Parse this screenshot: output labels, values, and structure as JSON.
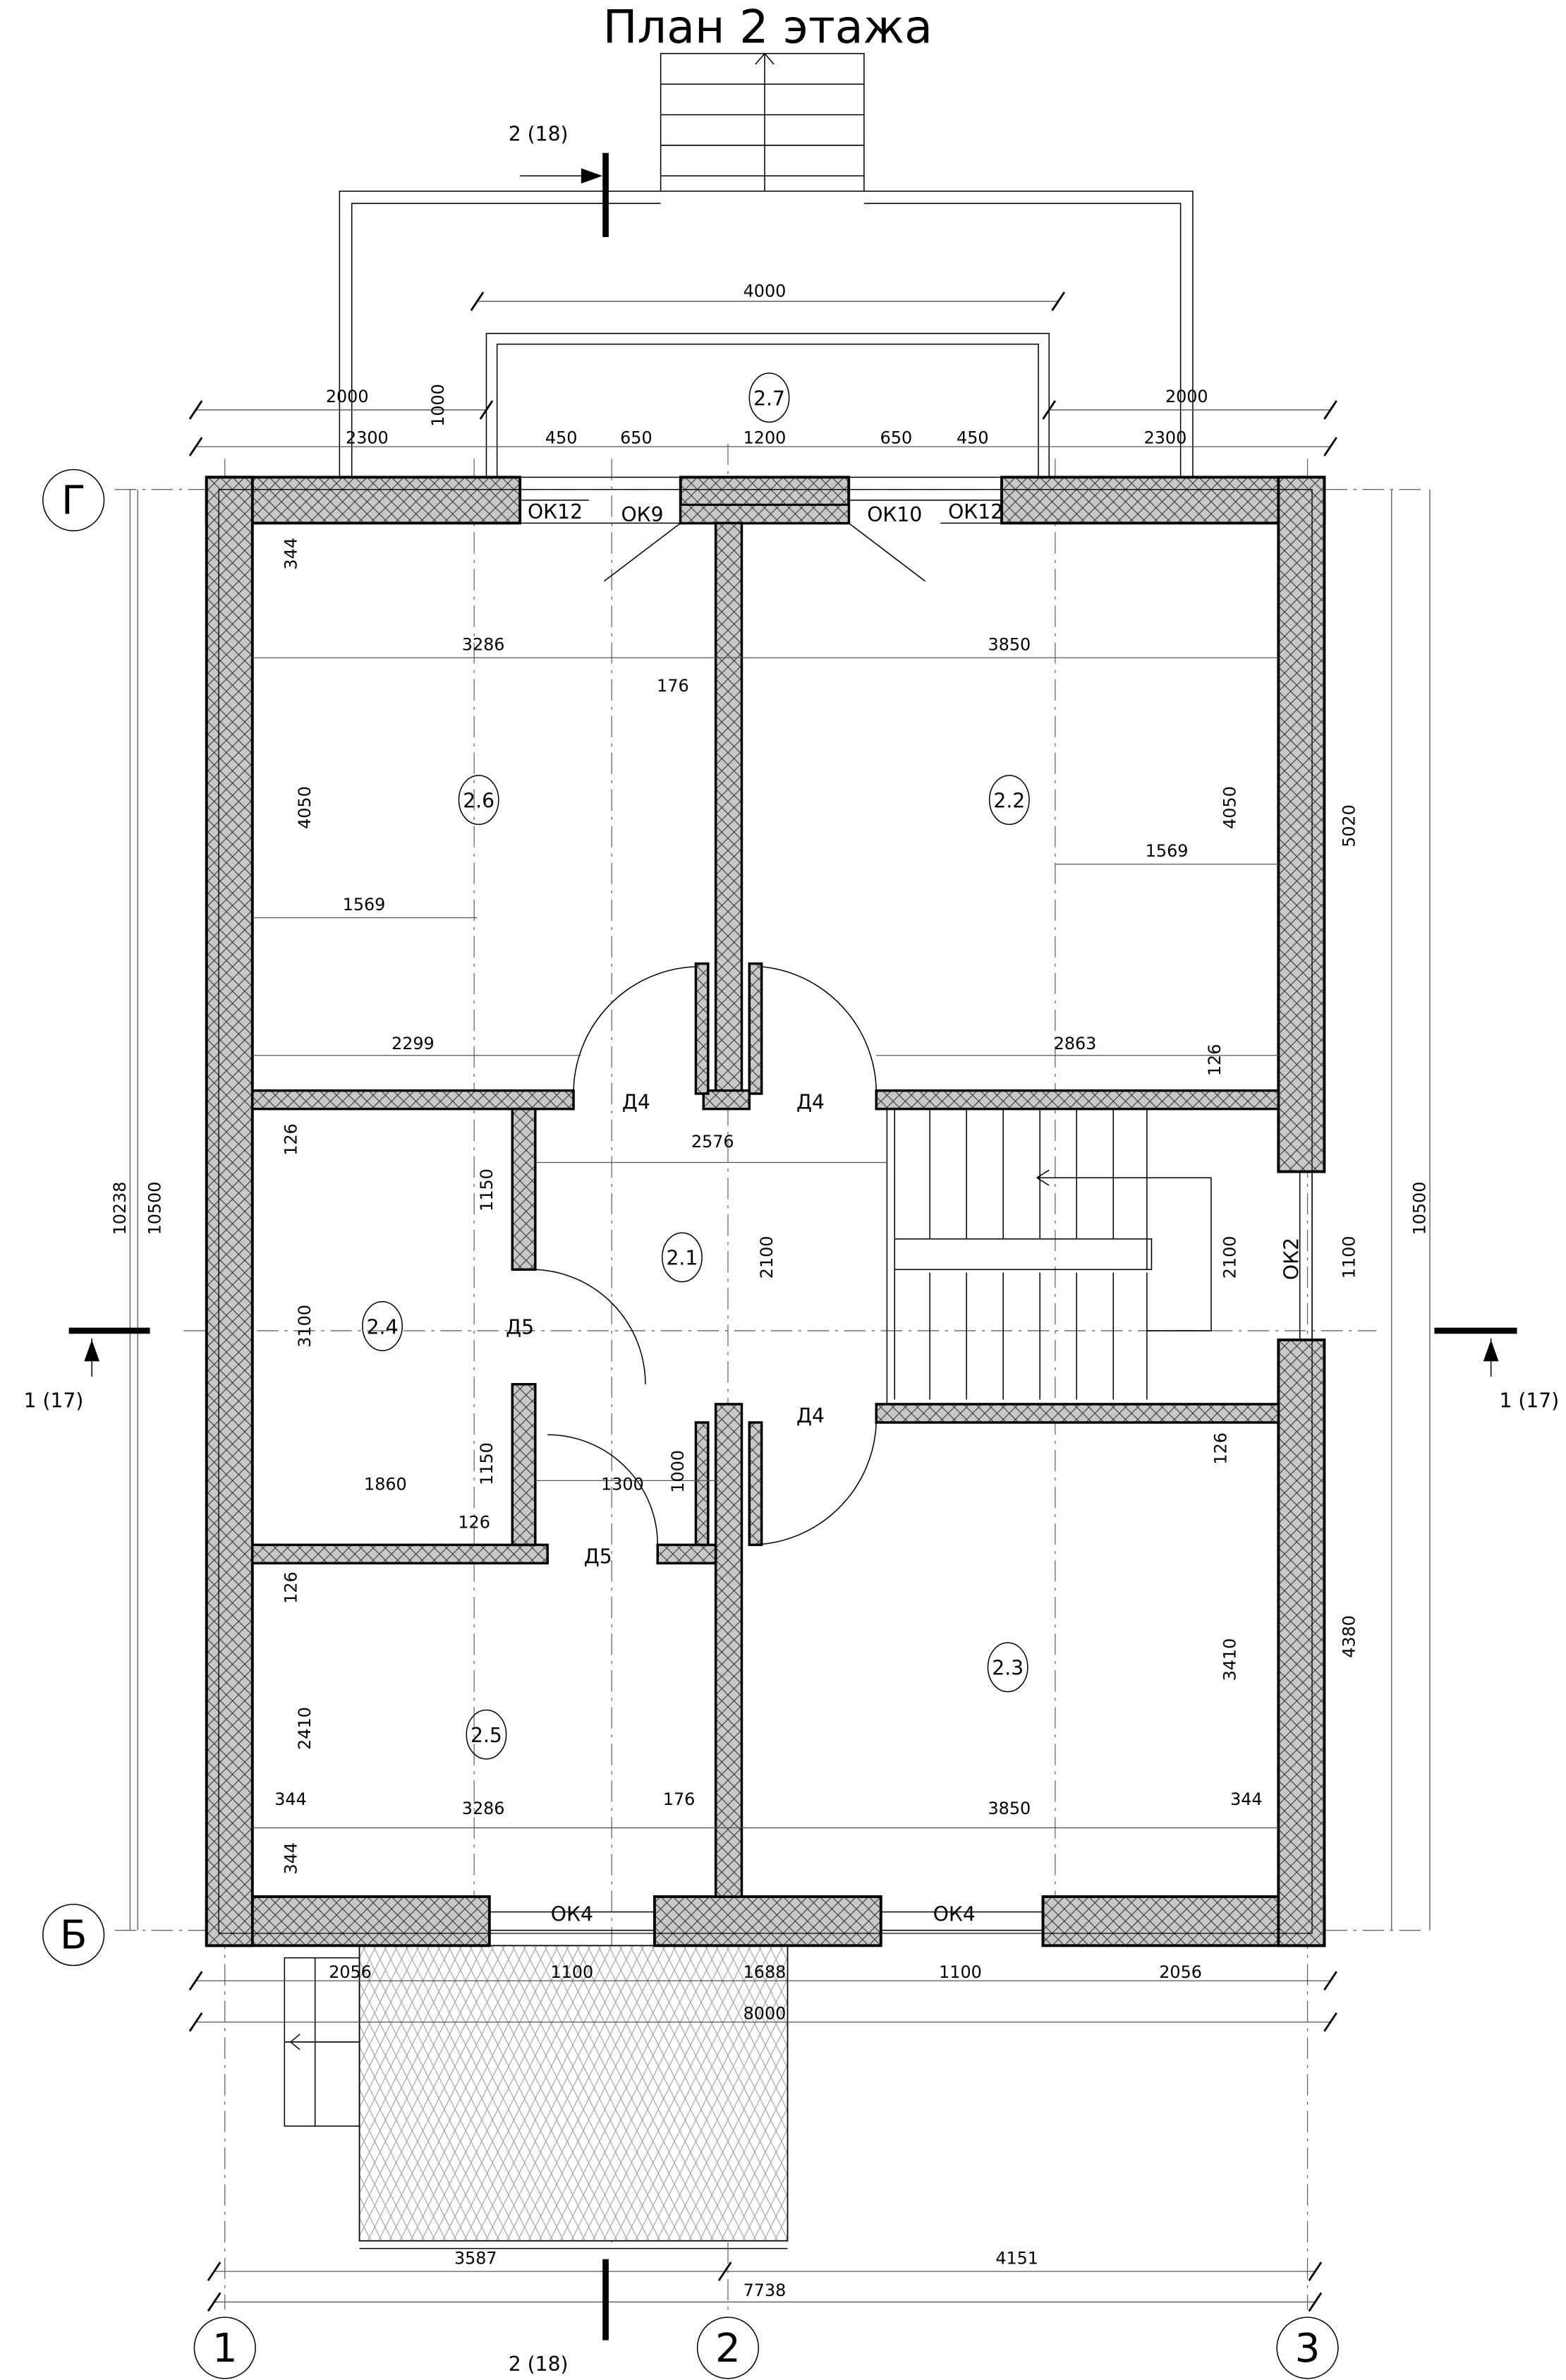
{
  "title": "План 2 этажа",
  "axes": {
    "g": "Г",
    "b": "Б",
    "a1": "1",
    "a2": "2",
    "a3": "3"
  },
  "sections": {
    "top": "2 (18)",
    "bottom": "2 (18)",
    "left": "1 (17)",
    "right": "1 (17)"
  },
  "rooms": [
    "2.7",
    "2.6",
    "2.2",
    "2.1",
    "2.4",
    "2.3",
    "2.5"
  ],
  "windows": {
    "ok12a": "ОК12",
    "ok9": "ОК9",
    "ok10": "ОК10",
    "ok12b": "ОК12",
    "ok2": "ОК2",
    "ok4a": "ОК4",
    "ok4b": "ОК4"
  },
  "doors": {
    "d4a": "Д4",
    "d4b": "Д4",
    "d4c": "Д4",
    "d5a": "Д5",
    "d5b": "Д5"
  },
  "dims_top": [
    "4000",
    "2000",
    "1000",
    "2000",
    "2300",
    "450",
    "650",
    "1200",
    "650",
    "450",
    "2300"
  ],
  "dims_inner": [
    "344",
    "3286",
    "3850",
    "176",
    "4050",
    "4050",
    "1569",
    "1569",
    "2299",
    "2863",
    "126",
    "126",
    "2576",
    "1150",
    "2100",
    "2100",
    "3100",
    "1150",
    "1860",
    "1300",
    "1000",
    "126",
    "126",
    "126",
    "3410",
    "2410",
    "344",
    "3286",
    "176",
    "3850",
    "344",
    "344"
  ],
  "dims_right": [
    "5020",
    "1100",
    "4380",
    "10500"
  ],
  "dims_left": [
    "10238",
    "10500"
  ],
  "dims_bottom": [
    "2056",
    "1100",
    "1688",
    "1100",
    "2056",
    "8000",
    "3587",
    "4151",
    "7738"
  ]
}
